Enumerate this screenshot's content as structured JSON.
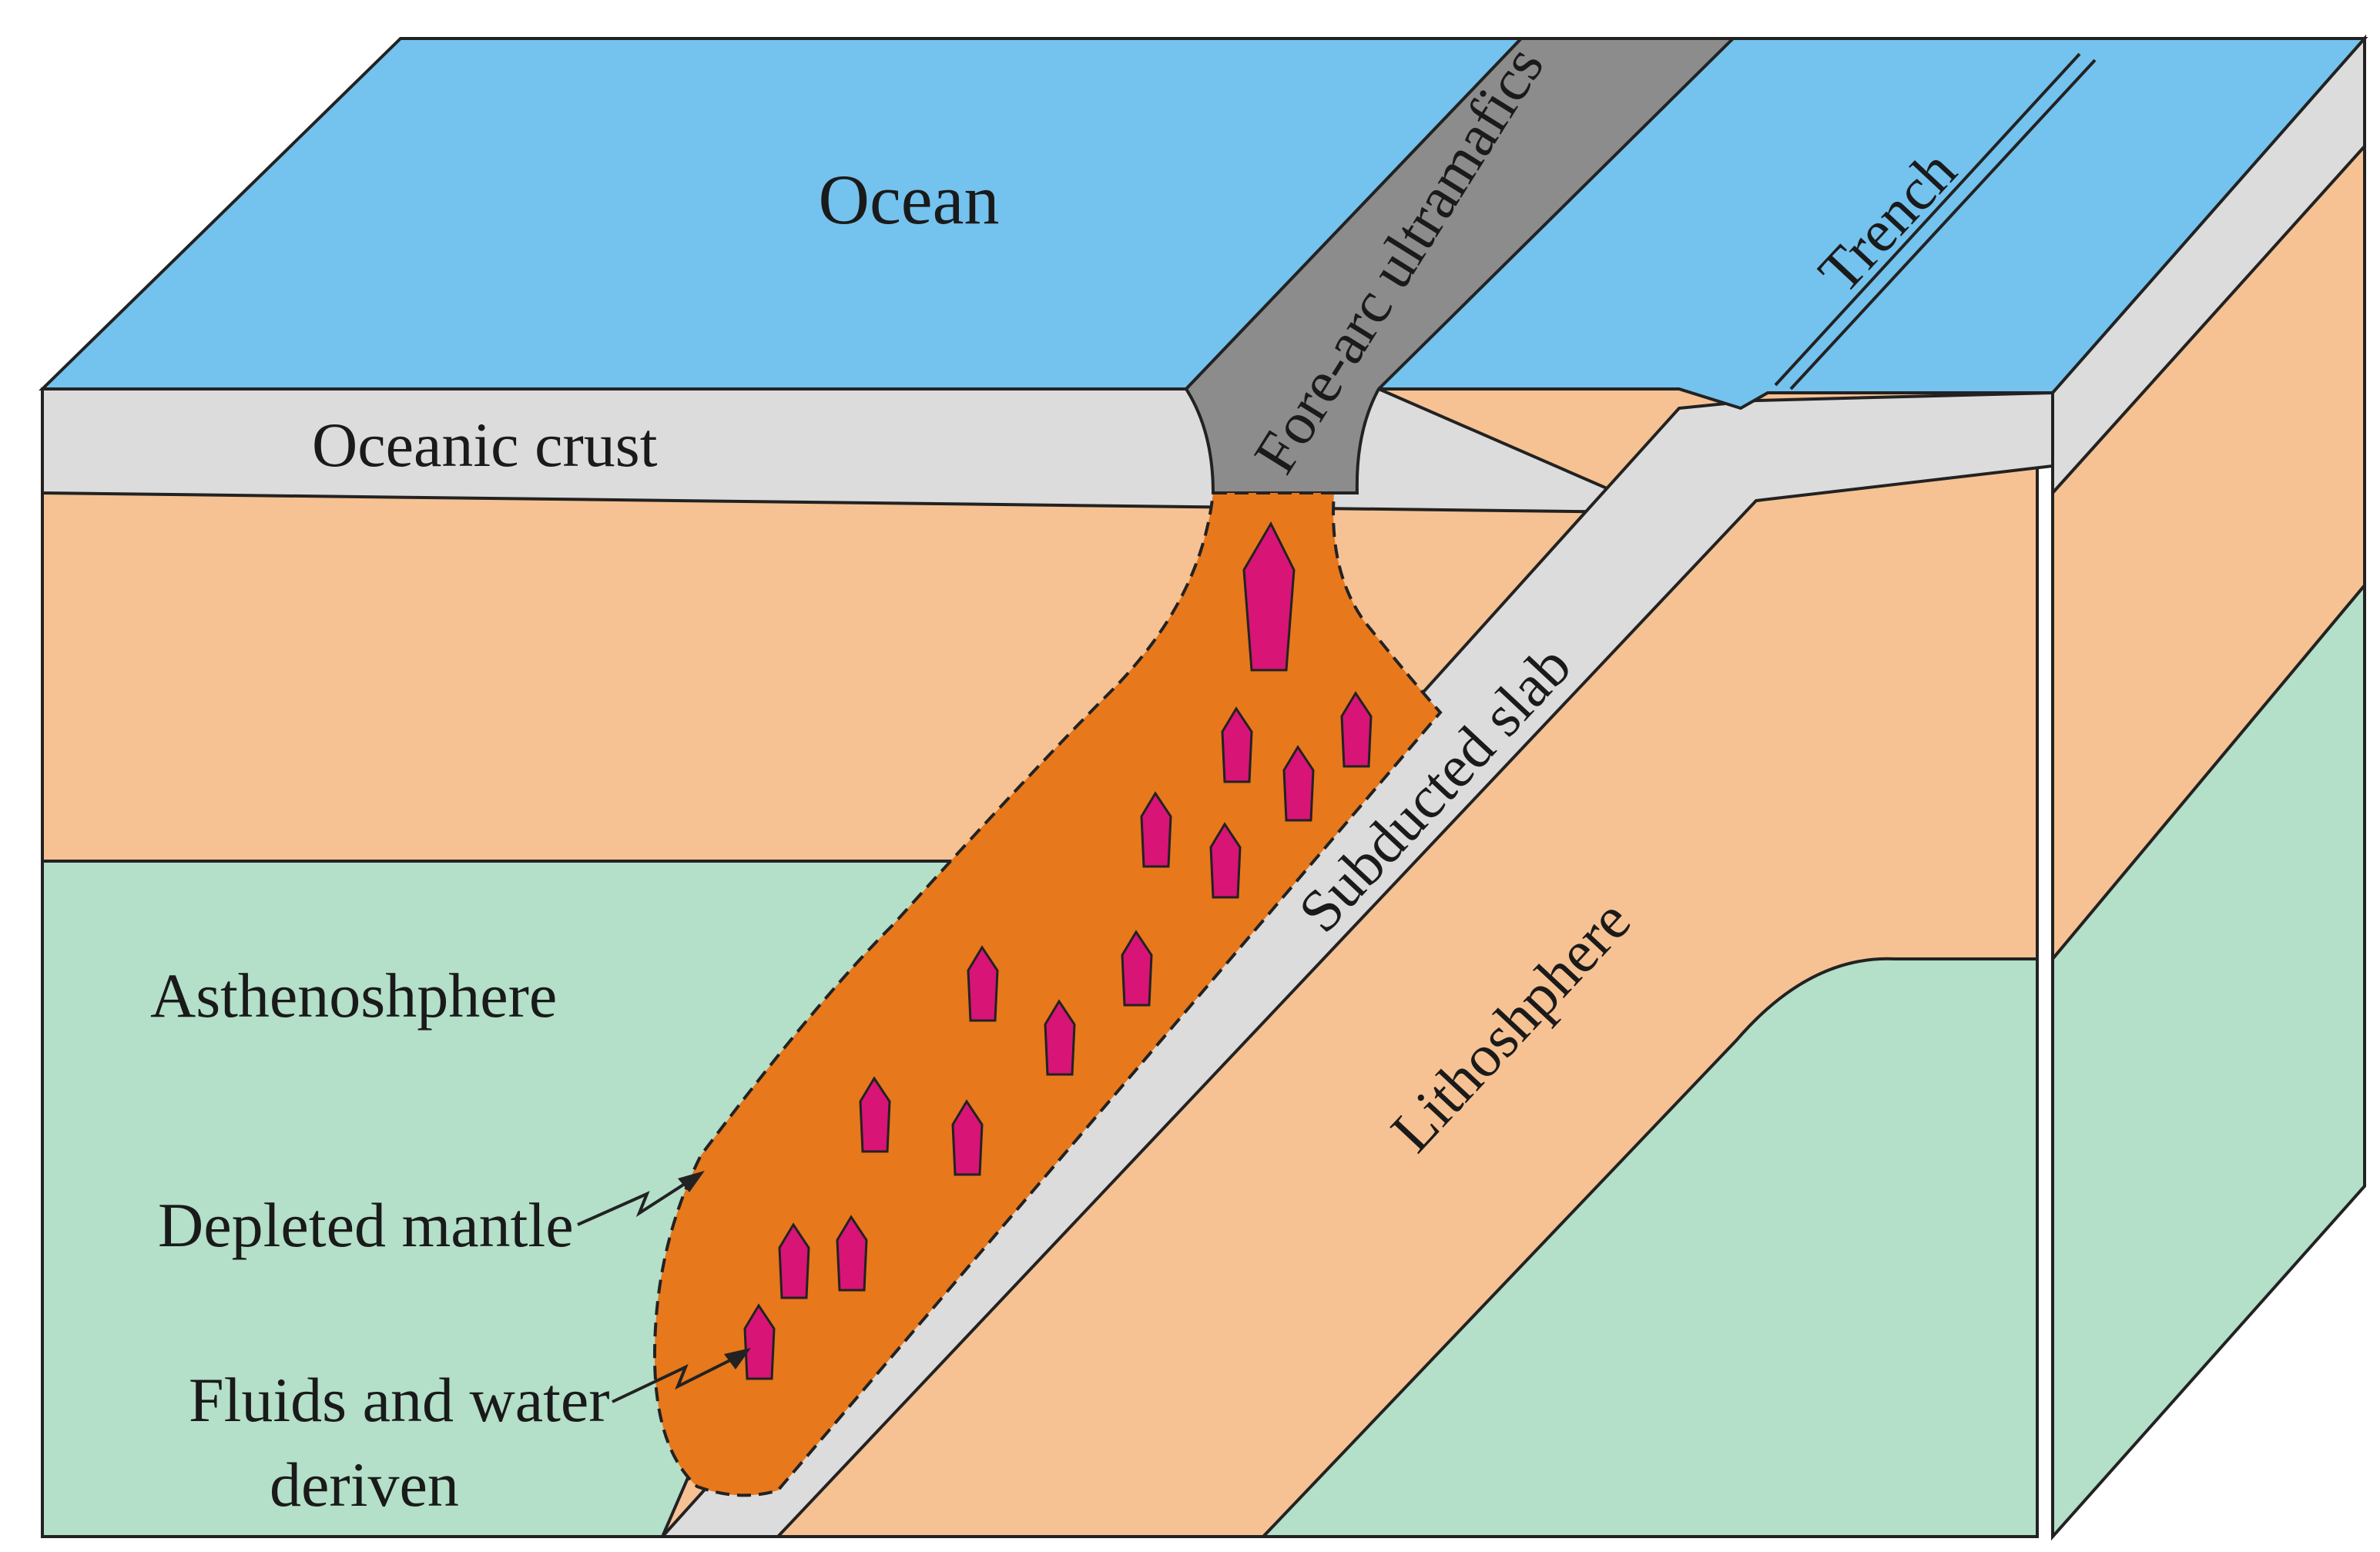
{
  "labels": {
    "ocean": "Ocean",
    "oceanic_crust": "Oceanic crust",
    "fore_arc": "Fore-arc ultramafics",
    "trench": "Trench",
    "subducted_slab": "Subducted slab",
    "asthenosphere": "Asthenoshphere",
    "lithosphere": "Lithoshphere",
    "depleted_mantle": "Depleted mantle",
    "fluids_line1": "Fluids and water",
    "fluids_line2": "deriven"
  },
  "colors": {
    "ocean": "#74c2ee",
    "ocean_side": "#dcdcdc",
    "crust": "#dcdcdc",
    "fore_arc": "#8c8c8c",
    "lithosphere": "#f6c293",
    "asthenosphere": "#b4dfc9",
    "depleted_mantle": "#e7781c",
    "fluid_crystals": "#d81476",
    "outline": "#222222"
  }
}
